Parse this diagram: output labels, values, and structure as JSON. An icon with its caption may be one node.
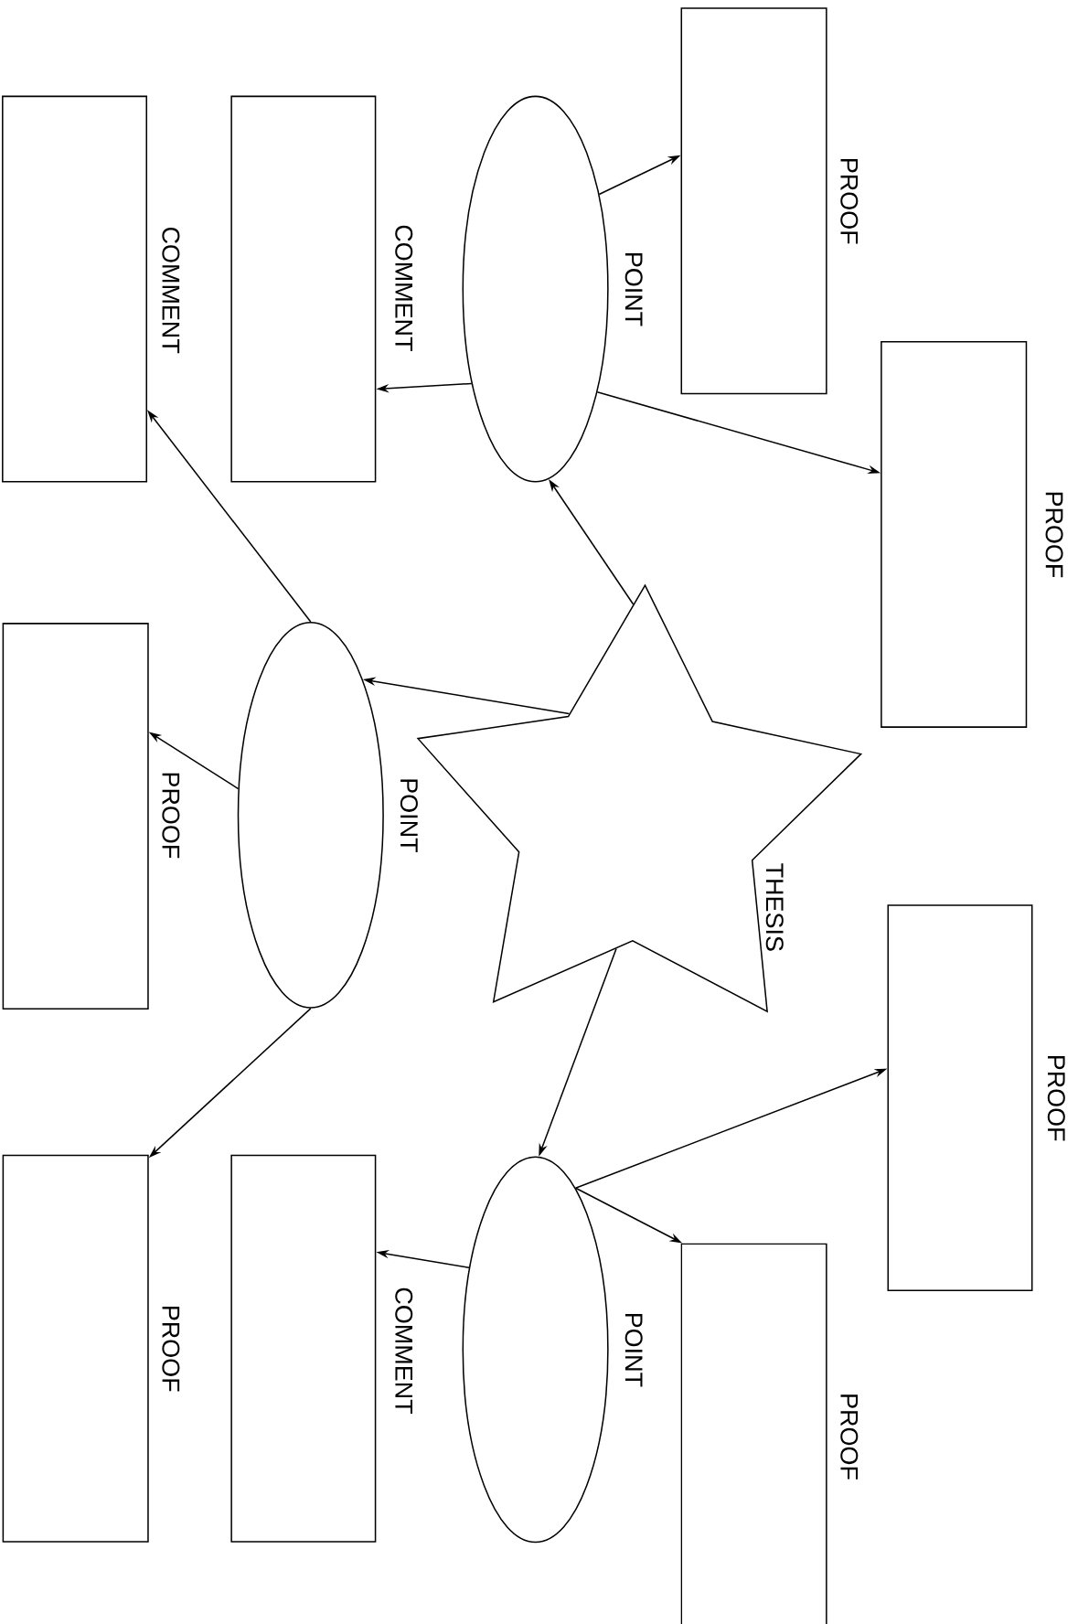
{
  "diagram": {
    "nodes": [
      {
        "text": [
          "THESIS"
        ]
      },
      {
        "text": [
          "POINT"
        ]
      },
      {
        "text": [
          "POINT"
        ]
      },
      {
        "text": [
          "POINT"
        ]
      },
      {
        "text": [
          "PROOF"
        ]
      },
      {
        "text": [
          "PROOF"
        ]
      },
      {
        "text": [
          "COMMENT"
        ]
      },
      {
        "text": [
          "COMMENT"
        ]
      },
      {
        "text": [
          "PROOF"
        ]
      },
      {
        "text": [
          "PROOF"
        ]
      },
      {
        "text": [
          "PROOF"
        ]
      },
      {
        "text": [
          "PROOF"
        ]
      },
      {
        "text": [
          "COMMENT"
        ]
      }
    ],
    "edges": [
      {
        "from": 0,
        "to": 1,
        "arrow": "to"
      },
      {
        "from": 0,
        "to": 2,
        "arrow": "to"
      },
      {
        "from": 0,
        "to": 3,
        "arrow": "to"
      },
      {
        "from": 1,
        "to": 4,
        "arrow": "to"
      },
      {
        "from": 1,
        "to": 5,
        "arrow": "to"
      },
      {
        "from": 1,
        "to": 7,
        "arrow": "to"
      },
      {
        "from": 2,
        "to": 6,
        "arrow": "to"
      },
      {
        "from": 2,
        "to": 8,
        "arrow": "to"
      },
      {
        "from": 2,
        "to": 9,
        "arrow": "to"
      },
      {
        "from": 3,
        "to": 10,
        "arrow": "to"
      },
      {
        "from": 3,
        "to": 11,
        "arrow": "to"
      },
      {
        "from": 3,
        "to": 12,
        "arrow": "to"
      }
    ]
  }
}
